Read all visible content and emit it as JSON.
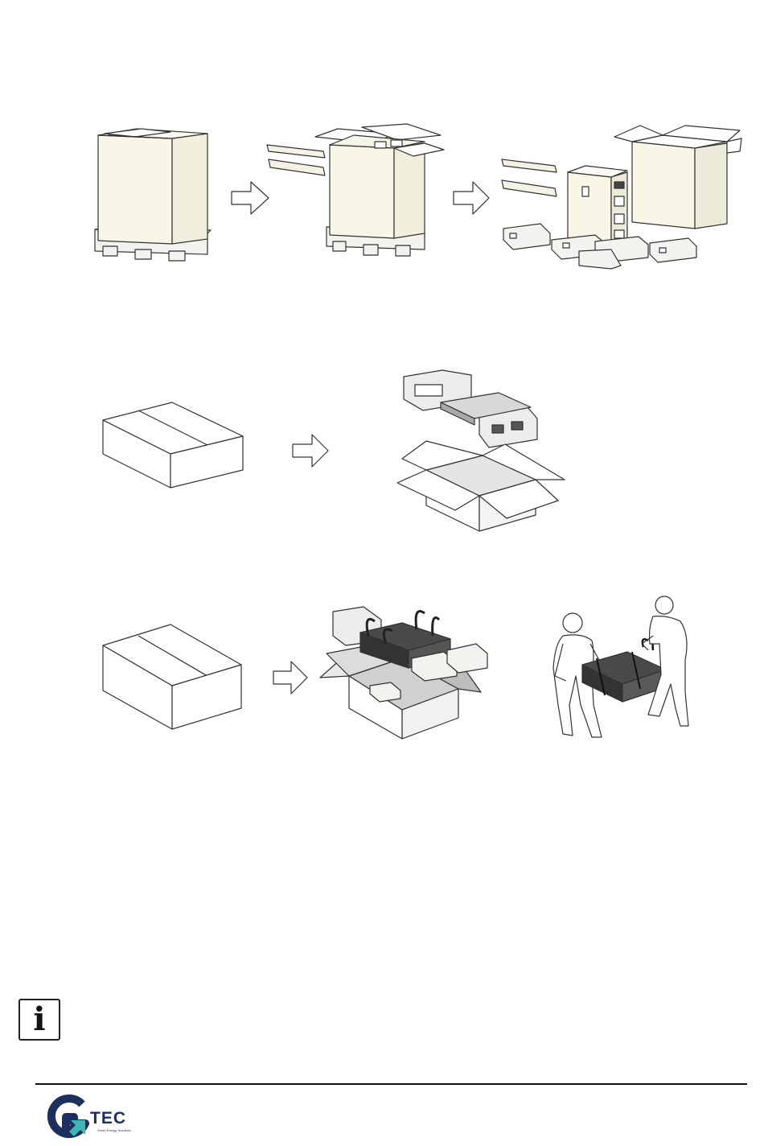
{
  "logo": {
    "brand": "TEC",
    "tagline": "Smart Energy Solutions"
  },
  "info_icon": {
    "glyph": "i",
    "icon": "info-icon"
  },
  "colors": {
    "box": "#f8f6e6",
    "line": "#333333",
    "dark": "#3d3d3d",
    "accent": "#3fb6b5",
    "brand_navy": "#1d2f5e"
  }
}
